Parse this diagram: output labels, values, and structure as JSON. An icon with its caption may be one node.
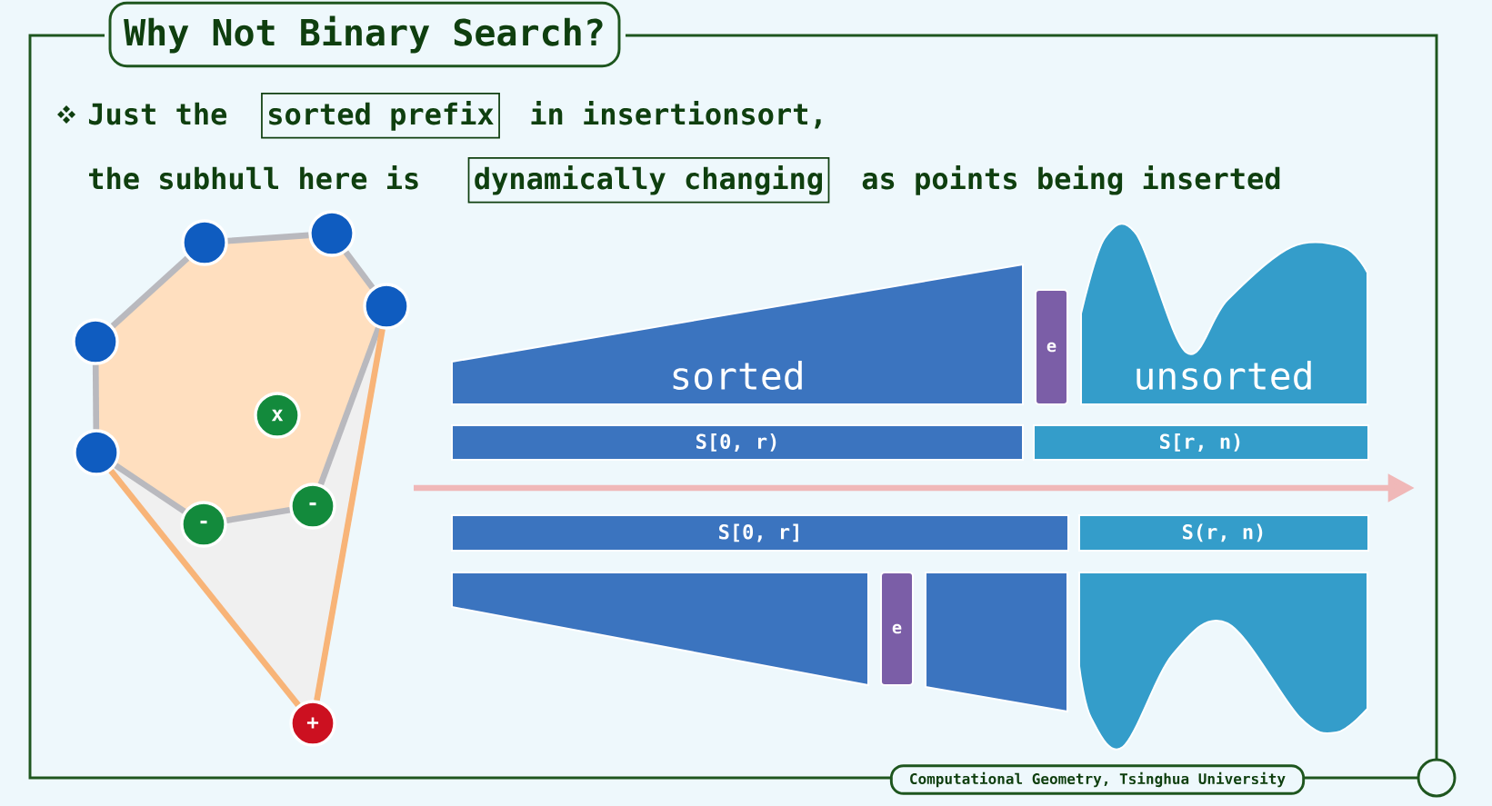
{
  "diagram": {
    "nodes": [
      {
        "text": [
          "Why Not Binary Search?"
        ]
      },
      {
        "text": [
          "sorted prefix"
        ]
      },
      {
        "text": [
          "dynamically changing"
        ]
      },
      {
        "text": [],
        "shape": "circle"
      },
      {
        "text": [],
        "shape": "circle"
      },
      {
        "text": [],
        "shape": "circle"
      },
      {
        "text": [],
        "shape": "circle"
      },
      {
        "text": [
          "x"
        ]
      },
      {
        "text": [],
        "shape": "circle"
      },
      {
        "text": [
          "-"
        ]
      },
      {
        "text": [
          "-"
        ]
      },
      {
        "text": [
          "+"
        ]
      },
      {
        "text": [
          "sorted"
        ]
      },
      {
        "text": [
          "e"
        ]
      },
      {
        "text": [
          "unsorted"
        ]
      },
      {
        "text": [
          "S[0, r)"
        ]
      },
      {
        "text": [
          "S[r, n)"
        ]
      },
      {
        "text": [
          "S[0, r]"
        ]
      },
      {
        "text": [
          "S(r, n)"
        ]
      },
      {
        "text": [],
        "shape": "trapezoid"
      },
      {
        "text": [
          "e"
        ]
      },
      {
        "text": [],
        "shape": "trapezoid"
      },
      {
        "text": [],
        "shape": "wave"
      },
      {
        "text": [
          "Computational Geometry, Tsinghua University"
        ]
      }
    ],
    "edges": [
      {
        "from": 6,
        "to": 3,
        "arrow": "none"
      },
      {
        "from": 3,
        "to": 4,
        "arrow": "none"
      },
      {
        "from": 4,
        "to": 5,
        "arrow": "none"
      },
      {
        "from": 5,
        "to": 9,
        "arrow": "none"
      },
      {
        "from": 9,
        "to": 10,
        "arrow": "none"
      },
      {
        "from": 10,
        "to": 8,
        "arrow": "none"
      },
      {
        "from": 8,
        "to": 6,
        "arrow": "none"
      },
      {
        "from": 8,
        "to": 11,
        "arrow": "none",
        "color": "#f8b478"
      },
      {
        "from": 5,
        "to": 11,
        "arrow": "none",
        "color": "#f8b478"
      }
    ],
    "labels": [
      "Just the",
      "in insertionsort,",
      "the subhull here is",
      "as points being inserted"
    ]
  }
}
